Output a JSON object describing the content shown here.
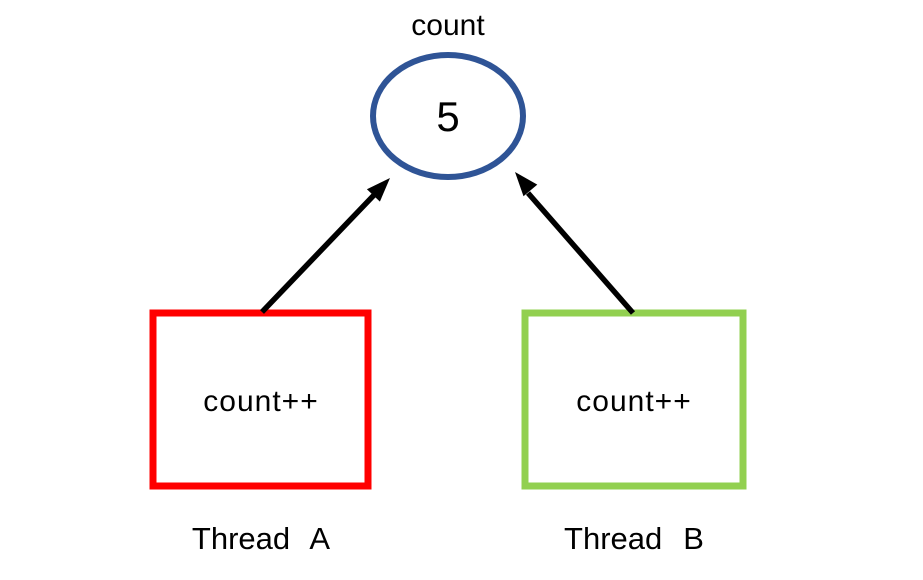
{
  "diagram": {
    "count_node": {
      "label": "count",
      "value": "5",
      "border_color": "#2F5496"
    },
    "threads": [
      {
        "id": "thread-a",
        "label": "Thread A",
        "operation": "count++",
        "color": "#FF0000"
      },
      {
        "id": "thread-b",
        "label": "Thread B",
        "operation": "count++",
        "color": "#92D050"
      }
    ],
    "arrows": [
      {
        "from": "Thread A",
        "to": "count"
      },
      {
        "from": "Thread B",
        "to": "count"
      }
    ]
  },
  "colors": {
    "arrow": "#000000",
    "text": "#000000",
    "background": "#FFFFFF"
  }
}
